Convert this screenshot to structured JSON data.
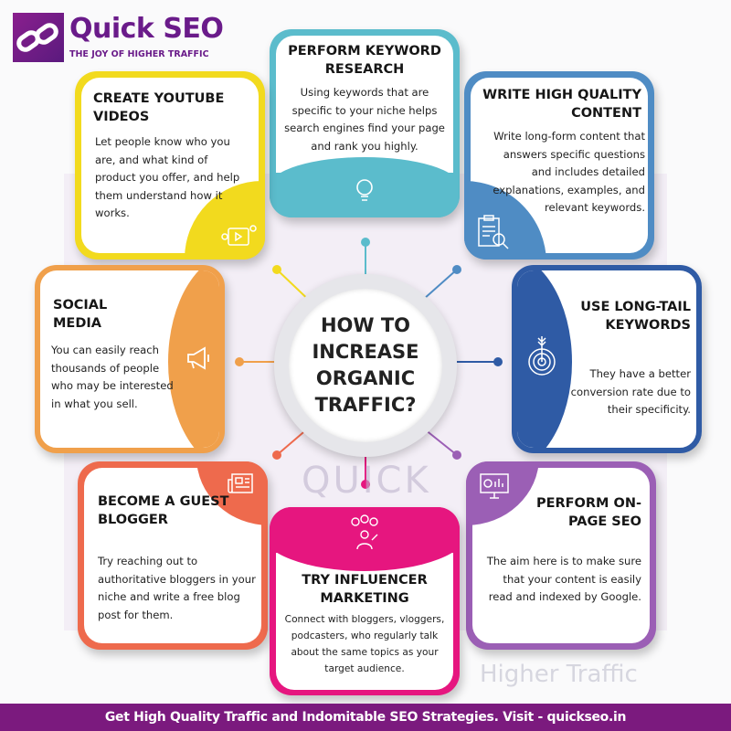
{
  "logo": {
    "brand": "Quick SEO",
    "tagline": "THE JOY OF HIGHER TRAFFIC"
  },
  "center": {
    "title": "HOW TO INCREASE ORGANIC TRAFFIC?"
  },
  "cards": {
    "keyword": {
      "title": "PERFORM KEYWORD RESEARCH",
      "body": "Using keywords that are specific to your niche helps search engines find your page and rank you highly.",
      "color": "#5bbccc",
      "icon": "lightbulb-icon"
    },
    "youtube": {
      "title": "CREATE YOUTUBE VIDEOS",
      "body": "Let people know who you are, and what kind of product you offer, and help them understand how it works.",
      "color": "#f2da1e",
      "icon": "video-player-icon"
    },
    "content": {
      "title": "WRITE HIGH QUALITY CONTENT",
      "body": "Write long-form content that answers specific questions and includes detailed explanations, examples, and relevant keywords.",
      "color": "#4f8cc4",
      "icon": "clipboard-search-icon"
    },
    "social": {
      "title": "SOCIAL MEDIA",
      "body": "You can easily reach thousands of people who may be interested in what you sell.",
      "color": "#f0a04b",
      "icon": "megaphone-icon"
    },
    "longtail": {
      "title": "USE LONG-TAIL KEYWORDS",
      "body": "They have a better conversion rate due to their specificity.",
      "color": "#2f5ba5",
      "icon": "target-arrow-icon"
    },
    "guest": {
      "title": "BECOME A GUEST BLOGGER",
      "body": "Try reaching out to authoritative bloggers in your niche and write a free blog post for them.",
      "color": "#ee6a4d",
      "icon": "newspaper-icon"
    },
    "onpage": {
      "title": "PERFORM ON-PAGE SEO",
      "body": "The aim here is to make sure that your content is easily read and indexed by Google.",
      "color": "#9b5fb5",
      "icon": "monitor-chart-icon"
    },
    "influencer": {
      "title": "TRY INFLUENCER MARKETING",
      "body": "Connect with bloggers, vloggers, podcasters, who regularly talk about the same topics as your target audience.",
      "color": "#e6167f",
      "icon": "influencer-ideas-icon"
    }
  },
  "watermark": {
    "text1": "QUICK",
    "text2": "Higher Traffic"
  },
  "footer": {
    "text": "Get High Quality Traffic and Indomitable SEO Strategies. Visit - quickseo.in"
  }
}
